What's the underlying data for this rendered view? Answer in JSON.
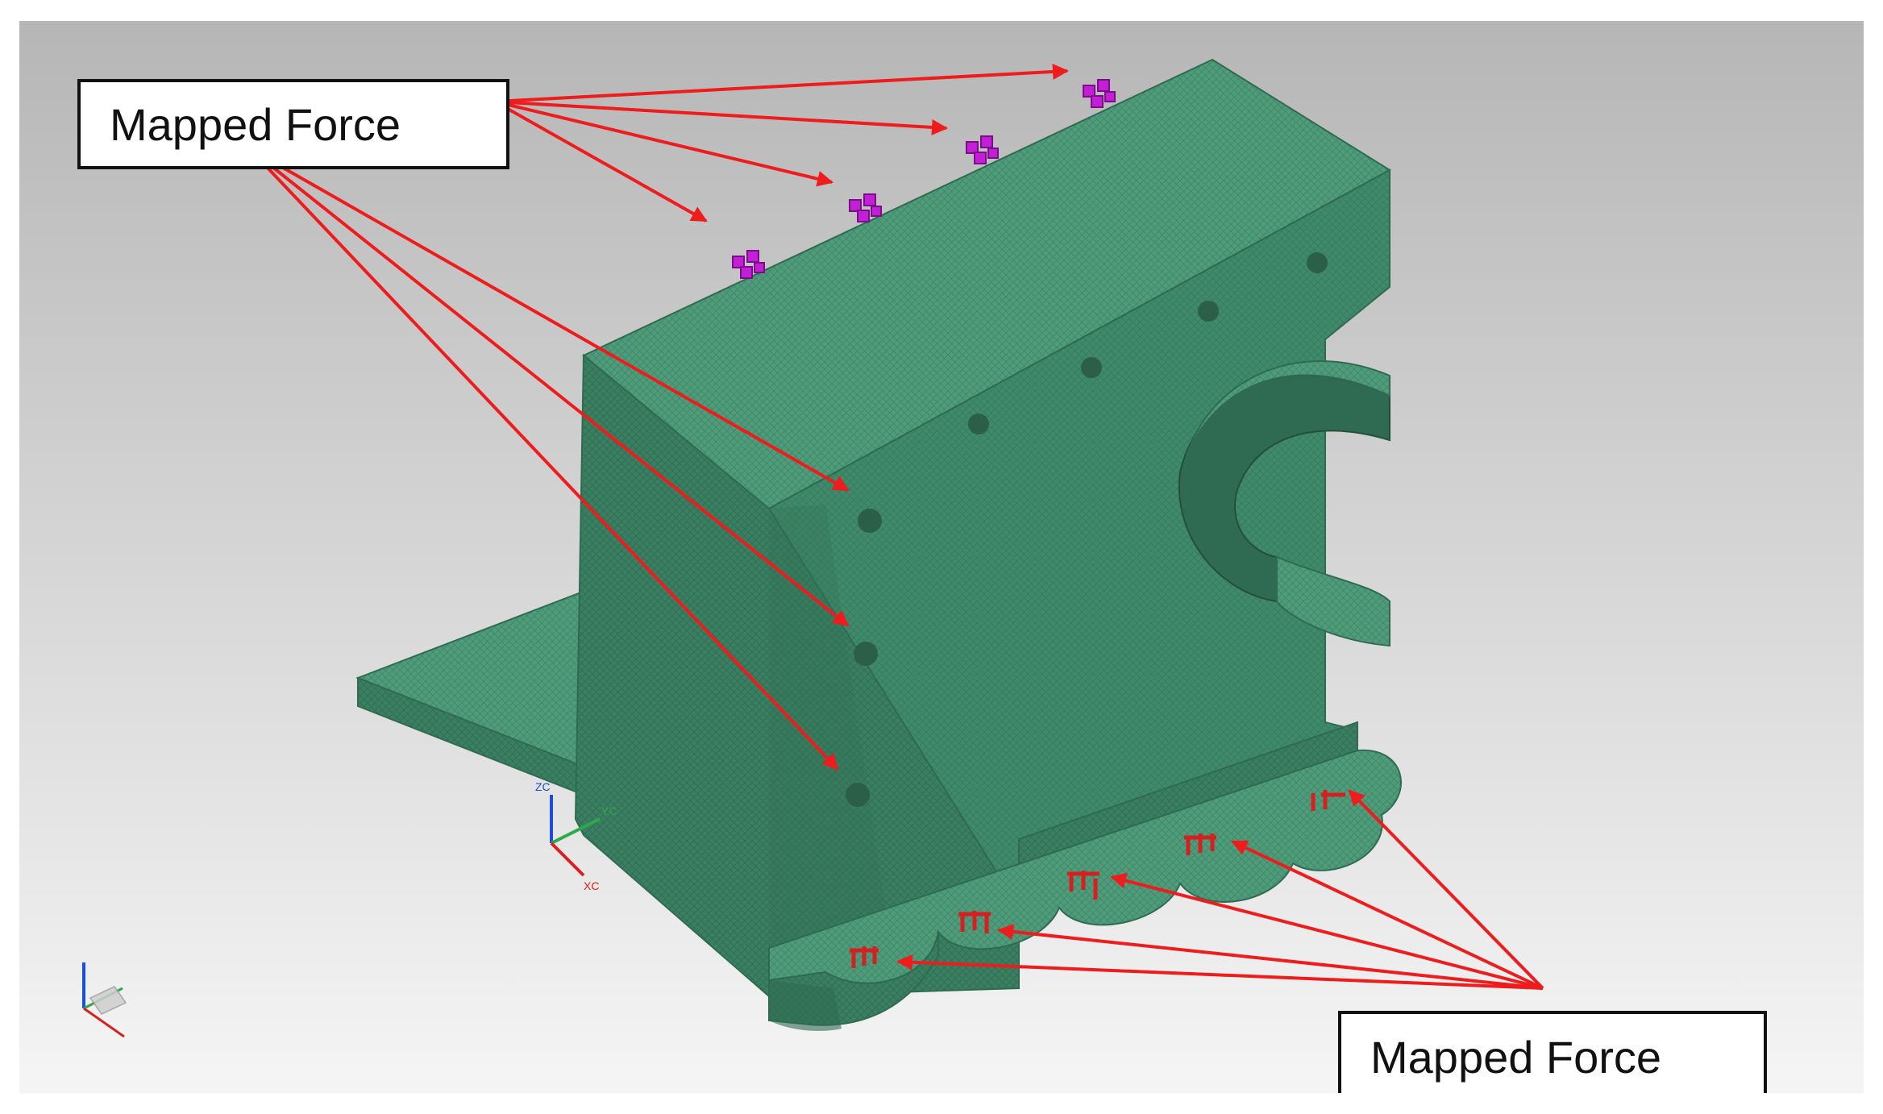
{
  "labels": {
    "top": "Mapped Force",
    "bottom": "Mapped Force"
  },
  "triad": {
    "z": "ZC",
    "y": "YC",
    "x": "XC"
  },
  "colors": {
    "mesh_green": "#3f8a6a",
    "mesh_green_light": "#5aa383",
    "mesh_green_dark": "#2f6b52",
    "arrow_red": "#ee1c1c",
    "force_magenta": "#c21fd6",
    "force_red": "#d42020",
    "background_top": "#b9b9b9",
    "background_bottom": "#f4f4f4"
  }
}
